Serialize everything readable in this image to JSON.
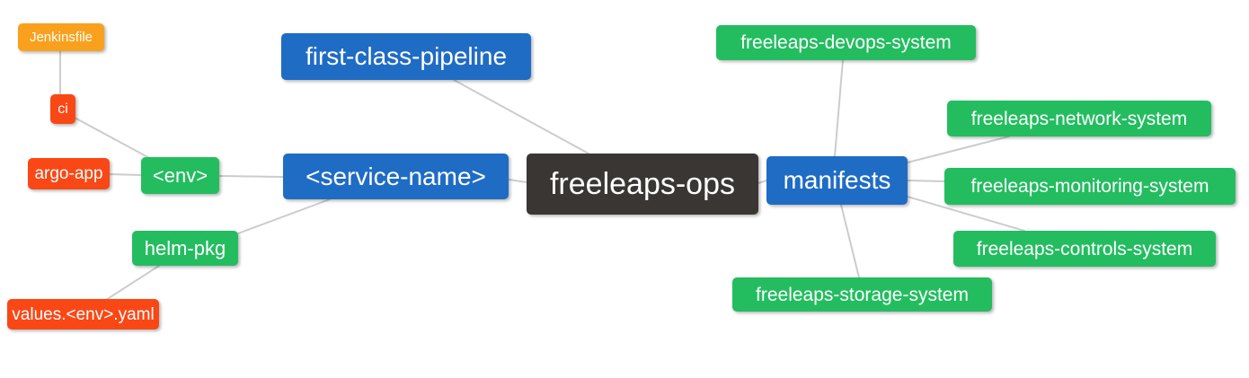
{
  "diagram": {
    "type": "mindmap",
    "root": "freeleaps-ops",
    "palette": {
      "root_bg": "#3A3633",
      "branch_blue_bg": "#1F6CC5",
      "leaf_green_bg": "#23BD60",
      "leaf_red_bg": "#F94816",
      "leaf_orange_bg": "#F9A11E",
      "edge": "#CCCCCC",
      "text": "#FFFFFF",
      "canvas_bg": "#FFFFFF"
    },
    "nodes": [
      {
        "id": "jenkinsfile",
        "label": "Jenkinsfile",
        "color": "#F9A11E",
        "role": "leaf"
      },
      {
        "id": "ci",
        "label": "ci",
        "color": "#F94816",
        "role": "leaf"
      },
      {
        "id": "argo-app",
        "label": "argo-app",
        "color": "#F94816",
        "role": "leaf"
      },
      {
        "id": "env",
        "label": "<env>",
        "color": "#23BD60",
        "role": "sub-branch"
      },
      {
        "id": "service-name",
        "label": "<service-name>",
        "color": "#1F6CC5",
        "role": "branch"
      },
      {
        "id": "first-class-pipeline",
        "label": "first-class-pipeline",
        "color": "#1F6CC5",
        "role": "branch"
      },
      {
        "id": "freeleaps-ops",
        "label": "freeleaps-ops",
        "color": "#3A3633",
        "role": "root"
      },
      {
        "id": "manifests",
        "label": "manifests",
        "color": "#1F6CC5",
        "role": "branch"
      },
      {
        "id": "devops-system",
        "label": "freeleaps-devops-system",
        "color": "#23BD60",
        "role": "leaf"
      },
      {
        "id": "network-system",
        "label": "freeleaps-network-system",
        "color": "#23BD60",
        "role": "leaf"
      },
      {
        "id": "monitoring-system",
        "label": "freeleaps-monitoring-system",
        "color": "#23BD60",
        "role": "leaf"
      },
      {
        "id": "controls-system",
        "label": "freeleaps-controls-system",
        "color": "#23BD60",
        "role": "leaf"
      },
      {
        "id": "storage-system",
        "label": "freeleaps-storage-system",
        "color": "#23BD60",
        "role": "leaf"
      },
      {
        "id": "helm-pkg",
        "label": "helm-pkg",
        "color": "#23BD60",
        "role": "sub-branch"
      },
      {
        "id": "values-env-yaml",
        "label": "values.<env>.yaml",
        "color": "#F94816",
        "role": "leaf"
      }
    ],
    "edges": [
      {
        "from": "freeleaps-ops",
        "to": "first-class-pipeline"
      },
      {
        "from": "freeleaps-ops",
        "to": "service-name"
      },
      {
        "from": "freeleaps-ops",
        "to": "manifests"
      },
      {
        "from": "service-name",
        "to": "env"
      },
      {
        "from": "service-name",
        "to": "helm-pkg"
      },
      {
        "from": "env",
        "to": "argo-app"
      },
      {
        "from": "env",
        "to": "ci"
      },
      {
        "from": "ci",
        "to": "jenkinsfile"
      },
      {
        "from": "helm-pkg",
        "to": "values-env-yaml"
      },
      {
        "from": "manifests",
        "to": "devops-system"
      },
      {
        "from": "manifests",
        "to": "network-system"
      },
      {
        "from": "manifests",
        "to": "monitoring-system"
      },
      {
        "from": "manifests",
        "to": "controls-system"
      },
      {
        "from": "manifests",
        "to": "storage-system"
      }
    ]
  }
}
